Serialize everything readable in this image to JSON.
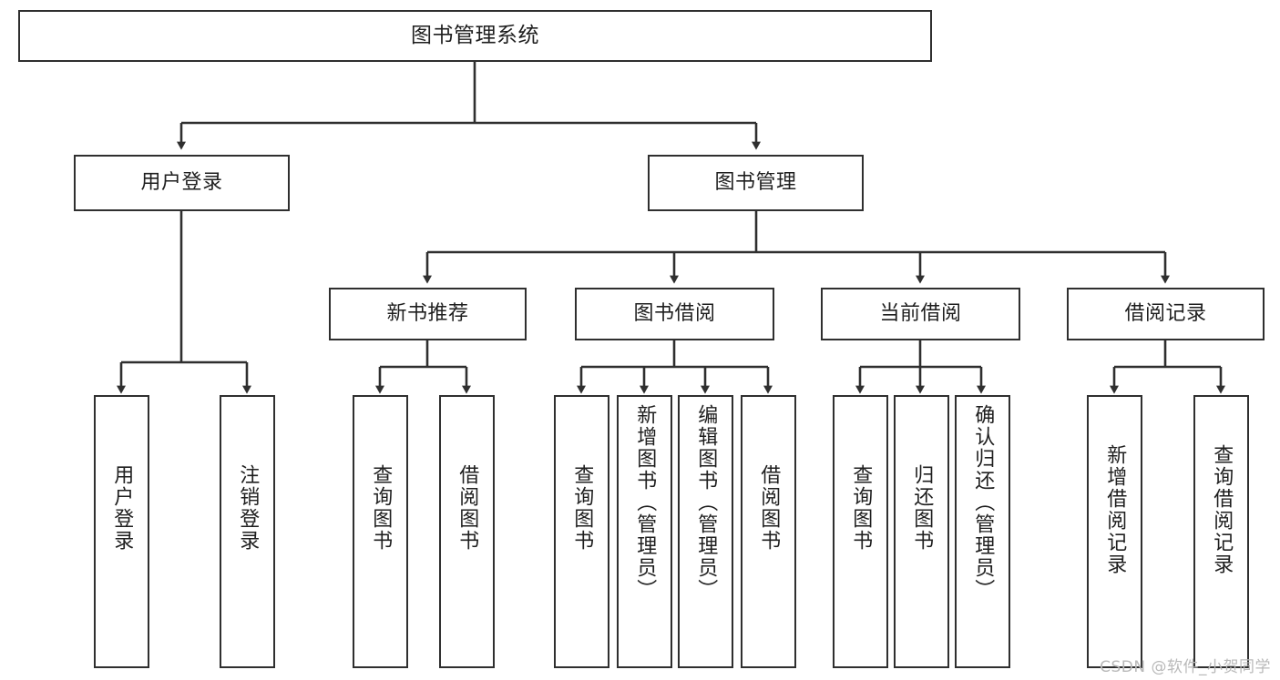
{
  "diagram": {
    "title": "图书管理系统",
    "type": "tree-hierarchy-chart",
    "colors": {
      "box_border": "#2f2f2f",
      "box_fill": "#ffffff",
      "connector": "#2f2f2f",
      "text": "#1f1f1f",
      "watermark": "#b9b9b9",
      "background": "#ffffff"
    },
    "root": {
      "label": "图书管理系统"
    },
    "level2": [
      {
        "label": "用户登录"
      },
      {
        "label": "图书管理"
      }
    ],
    "level3": [
      {
        "label": "新书推荐"
      },
      {
        "label": "图书借阅"
      },
      {
        "label": "当前借阅"
      },
      {
        "label": "借阅记录"
      }
    ],
    "leaves": {
      "user_login": [
        {
          "label": "用户登录"
        },
        {
          "label": "注销登录"
        }
      ],
      "new_book_recommend": [
        {
          "label": "查询图书"
        },
        {
          "label": "借阅图书"
        }
      ],
      "book_borrow": [
        {
          "label": "查询图书"
        },
        {
          "label": "新增图书（管理员）"
        },
        {
          "label": "编辑图书（管理员）"
        },
        {
          "label": "借阅图书"
        }
      ],
      "current_borrow": [
        {
          "label": "查询图书"
        },
        {
          "label": "归还图书"
        },
        {
          "label": "确认归还（管理员）"
        }
      ],
      "borrow_records": [
        {
          "label": "新增借阅记录"
        },
        {
          "label": "查询借阅记录"
        }
      ]
    }
  },
  "watermark": {
    "text": "CSDN @软件_小贺同学"
  }
}
